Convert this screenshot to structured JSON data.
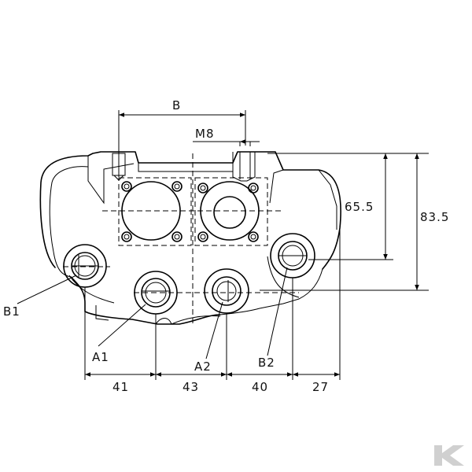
{
  "labels": {
    "b": "B",
    "m8": "M8",
    "h1": "65.5",
    "h2": "83.5",
    "b1": "B1",
    "a1": "A1",
    "a2": "A2",
    "b2": "B2",
    "d1": "41",
    "d2": "43",
    "d3": "40",
    "d4": "27"
  },
  "watermark": {
    "text": "K",
    "color": "#c9c9c9"
  }
}
